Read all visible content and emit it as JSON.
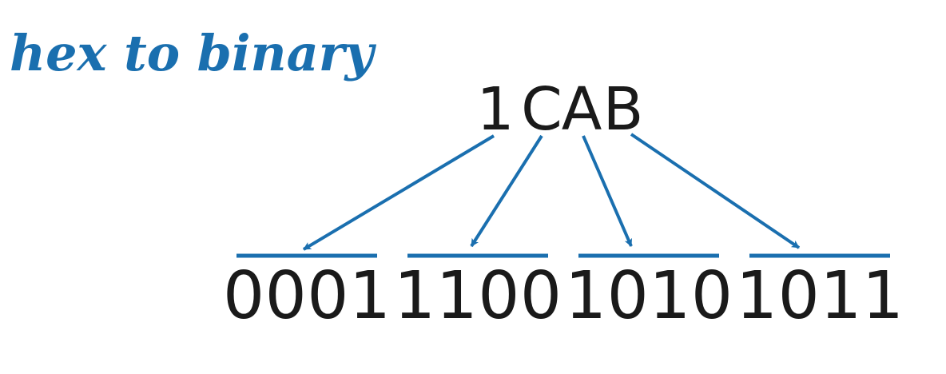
{
  "title": "hex to binary",
  "hex": {
    "digits": [
      "1",
      "C",
      "A",
      "B"
    ]
  },
  "binary": {
    "groups": [
      "0001",
      "1100",
      "1010",
      "1011"
    ]
  },
  "colors": {
    "accent": "#1a6faf",
    "text": "#1a1a1a"
  }
}
